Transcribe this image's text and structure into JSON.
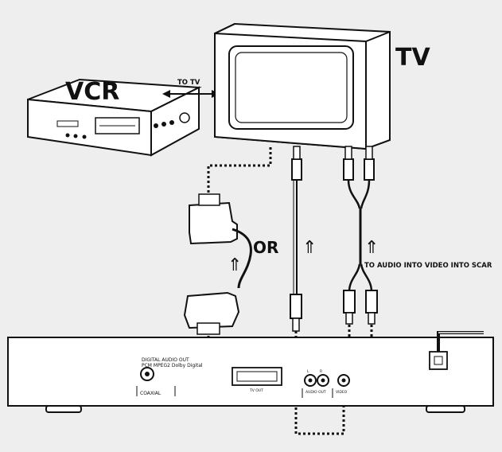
{
  "labels": {
    "vcr": "VCR",
    "tv": "TV",
    "to_tv": "TO TV",
    "or": "OR",
    "to_audio": "TO AUDIO INTO VIDEO INTO SCAR",
    "digital_audio_out": "DIGITAL AUDIO OUT",
    "pcm_format": "PCM MPEG2 Dolby Digital",
    "coaxial": "COAXIAL",
    "tv_out": "TV OUT",
    "audio_out": "AUDIO OUT",
    "video_out": "VIDEO",
    "audio_l": "L",
    "audio_r": "R"
  },
  "colors": {
    "background": "#eeeeee",
    "line": "#111111",
    "device_fill": "#ffffff"
  },
  "icons": {
    "flow_arrow": "double-up-arrow",
    "direction_arrow": "double-headed-arrow"
  }
}
